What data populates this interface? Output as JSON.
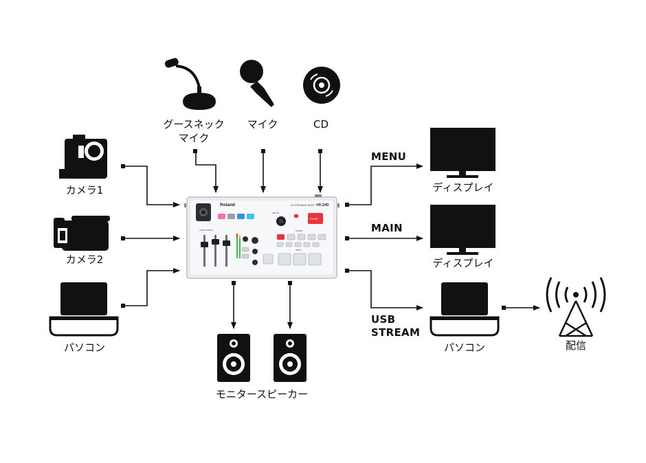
{
  "inputs": {
    "gooseneck_mic": "グースネック\nマイク",
    "mic": "マイク",
    "cd": "CD",
    "camera1": "カメラ1",
    "camera2": "カメラ2",
    "pc_input": "パソコン"
  },
  "device": {
    "brand": "Roland",
    "model": "VR-1HD",
    "subtitle": "AV STREAMING MIXER",
    "section_audio": "AUDIO MIXER",
    "section_scene": "SCENE",
    "section_input": "INPUT",
    "section_setup": "SETUP",
    "on_air": "ON AIR"
  },
  "outputs": {
    "menu_label": "MENU",
    "main_label": "MAIN",
    "usb_label": "USB\nSTREAM",
    "display1": "ディスプレイ",
    "display2": "ディスプレイ",
    "pc_output": "パソコン",
    "broadcast": "配信",
    "speakers": "モニタースピーカー"
  },
  "colors": {
    "line": "#111111",
    "device_body": "#eef0f3",
    "device_panel": "#f7f8fa",
    "on_air_red": "#e8343c",
    "pink": "#f06fb0",
    "blue": "#3b8fe0",
    "cyan": "#3cc4e6"
  }
}
